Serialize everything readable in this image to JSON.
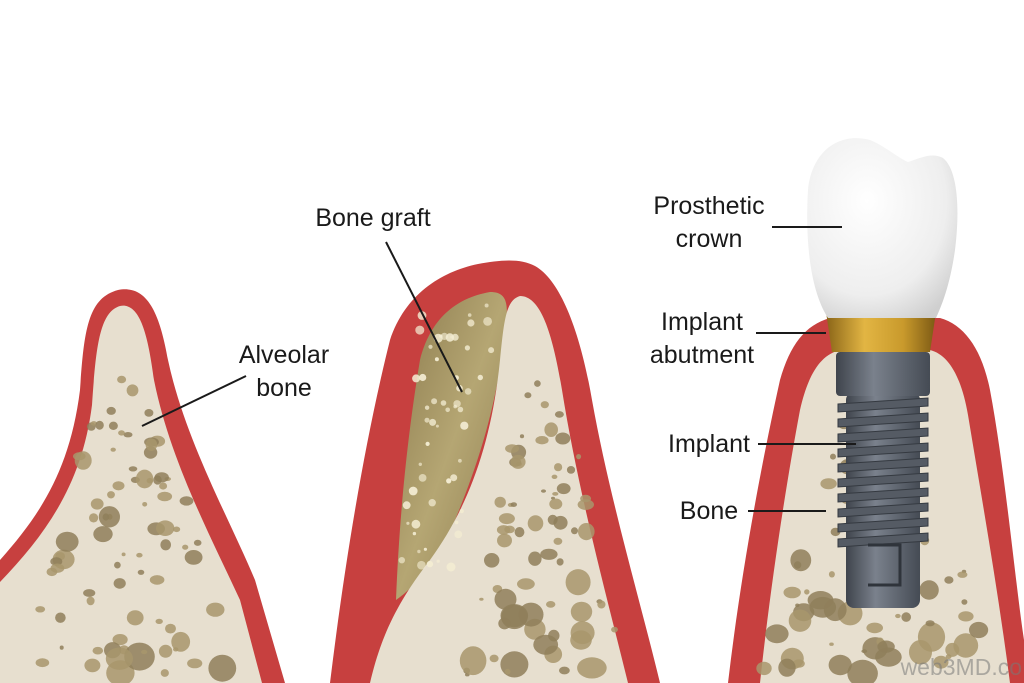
{
  "labels": {
    "alveolar_bone": [
      "Alveolar",
      "bone"
    ],
    "bone_graft": "Bone graft",
    "prosthetic_crown": [
      "Prosthetic",
      "crown"
    ],
    "implant_abutment": [
      "Implant",
      "abutment"
    ],
    "implant": "Implant",
    "bone": "Bone"
  },
  "watermark": "web3MD.co",
  "colors": {
    "gum": "#c7403f",
    "gum_light": "#e07a72",
    "bone": "#e7dfcf",
    "bone_pore": "#8f7f5a",
    "graft": "#9c8b5c",
    "abutment": "#c99a2c",
    "implant": "#616873",
    "crown": "#f4f4f4"
  }
}
